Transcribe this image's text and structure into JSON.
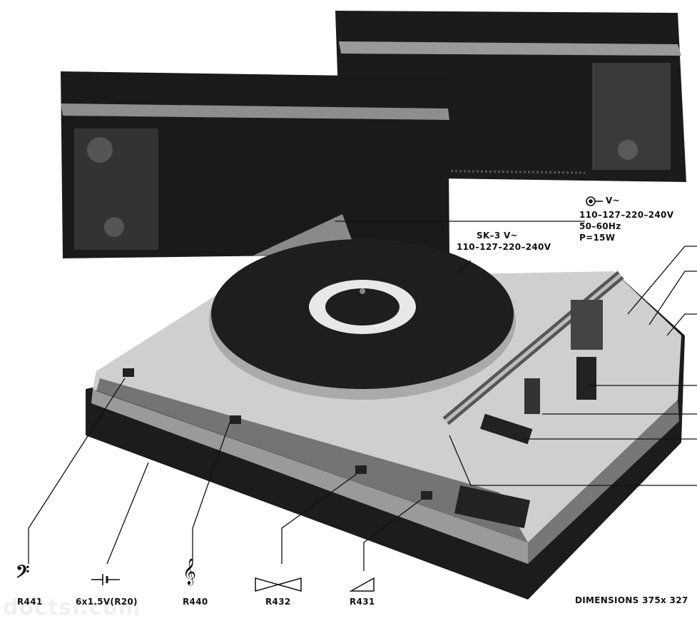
{
  "spec": {
    "power_symbol": "V~",
    "voltages": "110–127–220–240V",
    "frequency": "50–60Hz",
    "power": "P=15W"
  },
  "speaker_spec": {
    "model": "SK–3 V~",
    "voltages": "110–127–220–240V"
  },
  "controls": [
    {
      "ref": "R441",
      "function": "bass"
    },
    {
      "ref": "6x1.5V(R20)",
      "function": "battery"
    },
    {
      "ref": "R440",
      "function": "treble"
    },
    {
      "ref": "R432",
      "function": "balance"
    },
    {
      "ref": "R431",
      "function": "volume"
    }
  ],
  "dimensions": "DIMENSIONS 375x 327",
  "watermark": "doctsr.com",
  "colors": {
    "ink": "#111111",
    "body_dark": "#1c1c1c",
    "deck_light": "#cfcfcf"
  }
}
